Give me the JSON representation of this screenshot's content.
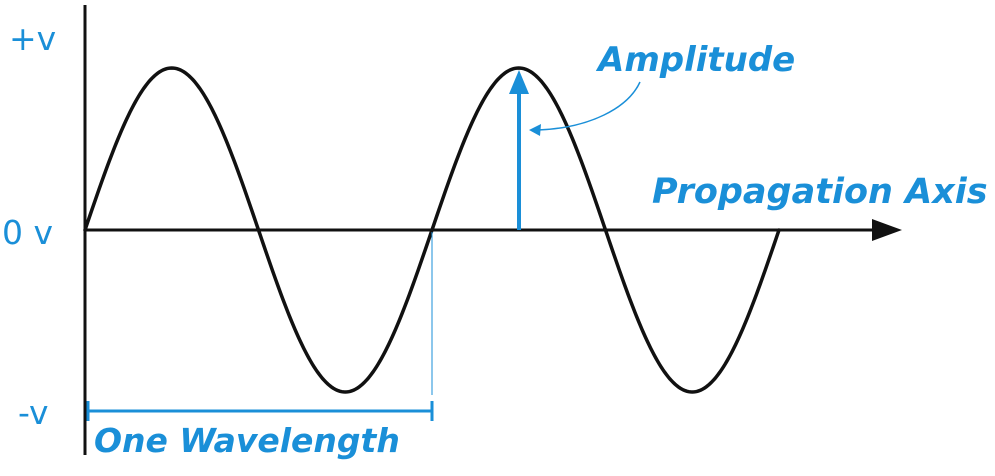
{
  "colors": {
    "accent": "#1a8fd8",
    "ink": "#111111",
    "background": "#ffffff"
  },
  "labels": {
    "positive_level": "+v",
    "zero_level": "0 v",
    "negative_level": "-v",
    "amplitude": "Amplitude",
    "propagation_axis": "Propagation Axis",
    "wavelength": "One Wavelength"
  },
  "wave": {
    "cycles": 2,
    "amplitude_value": 1,
    "start_phase": 0
  }
}
